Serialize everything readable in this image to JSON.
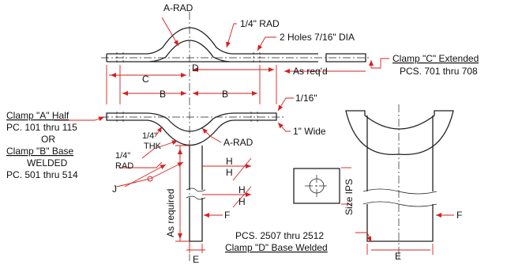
{
  "colors": {
    "leader": "#d62020",
    "linework": "#222222",
    "background": "#ffffff"
  },
  "labels": {
    "a_rad_top": "A-RAD",
    "quarter_rad": "1/4\" RAD",
    "two_holes": "2 Holes 7/16\" DIA",
    "clamp_c_title": "Clamp \"C\" Extended",
    "clamp_c_pcs": "PCS. 701 thru 708",
    "as_reqd": "As req'd",
    "dim_c": "C",
    "dim_d": "D",
    "dim_b_left": "B",
    "dim_b_right": "B",
    "sixteenth": "1/16\"",
    "one_inch_wide": "1\" Wide",
    "clamp_a_title": "Clamp \"A\" Half",
    "clamp_a_pcs": "PC. 101 thru 115",
    "or": "OR",
    "clamp_b_title": "Clamp \"B\" Base",
    "welded": "WELDED",
    "clamp_b_pcs": "PC. 501 thru 514",
    "quarter_a": "1/4\"",
    "thk": "THK",
    "quarter_b": "1/4\"",
    "rad": "RAD",
    "j": "J",
    "a_rad_mid": "A-RAD",
    "h1": "H",
    "h2": "H",
    "h3": "H",
    "h4": "H",
    "size_ips": "Size IPS",
    "as_required": "As required",
    "f_left": "F",
    "f_right": "F",
    "e_left": "E",
    "e_right": "E",
    "clamp_d_pcs": "PCS. 2507 thru 2512",
    "clamp_d_title": "Clamp \"D\" Base Welded"
  },
  "icons": {
    "arrowhead": "arrowhead-icon",
    "hole": "bolt-hole-icon"
  }
}
